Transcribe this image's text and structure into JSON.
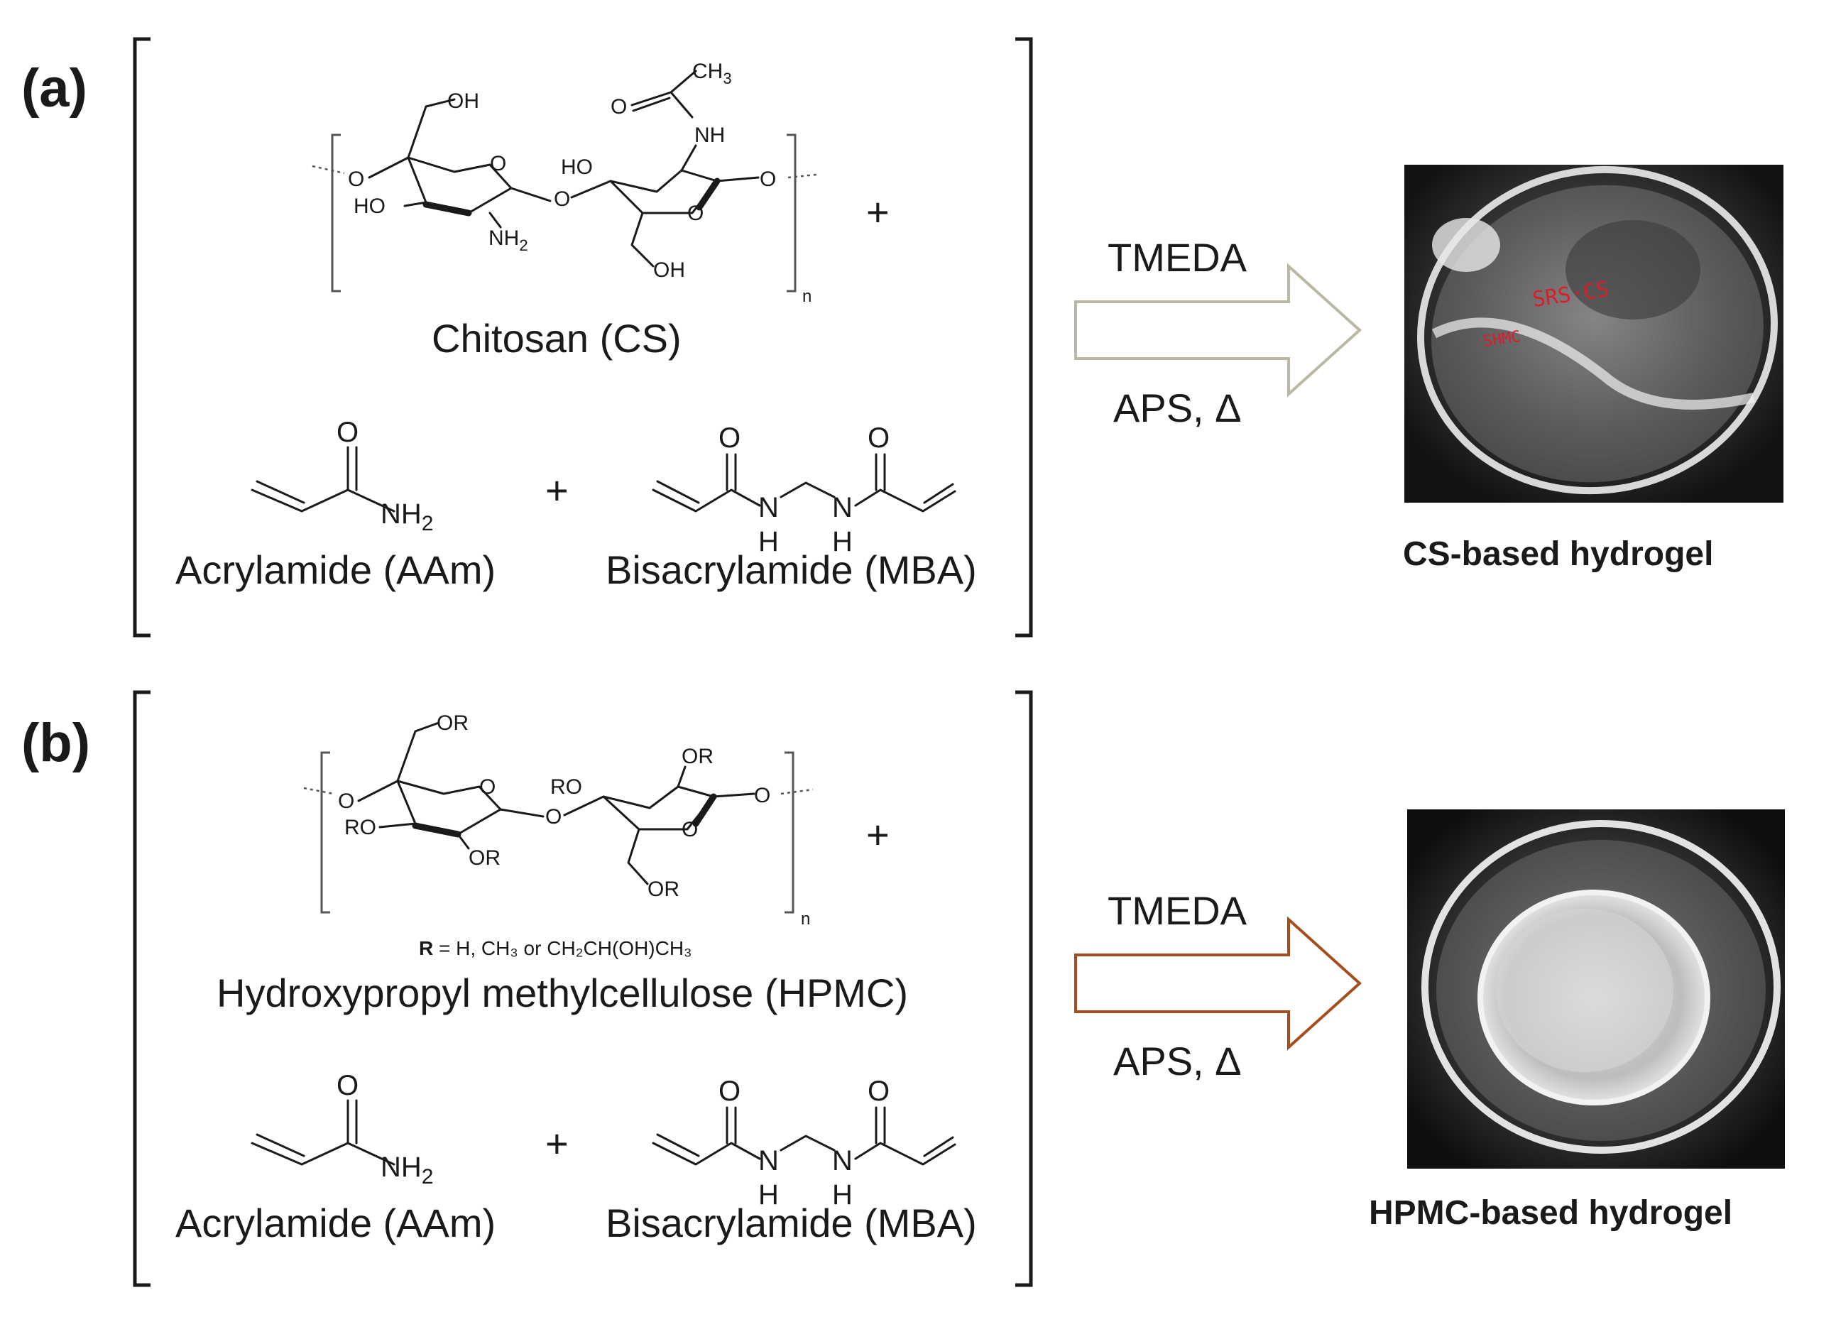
{
  "panel_a": {
    "letter": "(a)",
    "polymer_label": "Chitosan (CS)",
    "polymer_atoms": {
      "oh_top": "OH",
      "o_link_left": "O",
      "o_ring": "O",
      "ho_left": "HO",
      "nh2": "NH",
      "nh2_sub": "2",
      "o_glyc": "O",
      "ho_right": "HO",
      "nh": "NH",
      "c_eq_o": "O",
      "ch3": "CH",
      "ch3_sub": "3",
      "o_ring2": "O",
      "o_link_right": "O",
      "oh_bottom": "OH",
      "n_sub": "n"
    },
    "plus_main": "+",
    "aam_label": "Acrylamide (AAm)",
    "mba_label": "Bisacrylamide (MBA)",
    "plus_small": "+",
    "reagent_top": "TMEDA",
    "reagent_bottom": "APS, Δ",
    "arrow_color": "#bab8a2",
    "photo_caption": "CS-based hydrogel",
    "photo_marks": [
      "SRS·CS",
      "SHMC"
    ]
  },
  "panel_b": {
    "letter": "(b)",
    "polymer_label": "Hydroxypropyl methylcellulose (HPMC)",
    "polymer_atoms": {
      "or_top": "OR",
      "o_link_left": "O",
      "o_ring": "O",
      "ro_left": "RO",
      "or_bottom": "OR",
      "o_glyc": "O",
      "ro_right": "RO",
      "or_right": "OR",
      "o_ring2": "O",
      "o_link_right": "O",
      "or_bottom2": "OR",
      "n_sub": "n"
    },
    "r_def_bold": "R",
    "r_def_rest": " = H, CH₃ or CH₂CH(OH)CH₃",
    "plus_main": "+",
    "aam_label": "Acrylamide (AAm)",
    "mba_label": "Bisacrylamide (MBA)",
    "plus_small": "+",
    "reagent_top": "TMEDA",
    "reagent_bottom": "APS, Δ",
    "arrow_color": "#a34e1f",
    "photo_caption": "HPMC-based hydrogel"
  },
  "monomer_atoms": {
    "o": "O",
    "nh2": "NH",
    "nh2_sub": "2",
    "n": "N",
    "h": "H"
  }
}
